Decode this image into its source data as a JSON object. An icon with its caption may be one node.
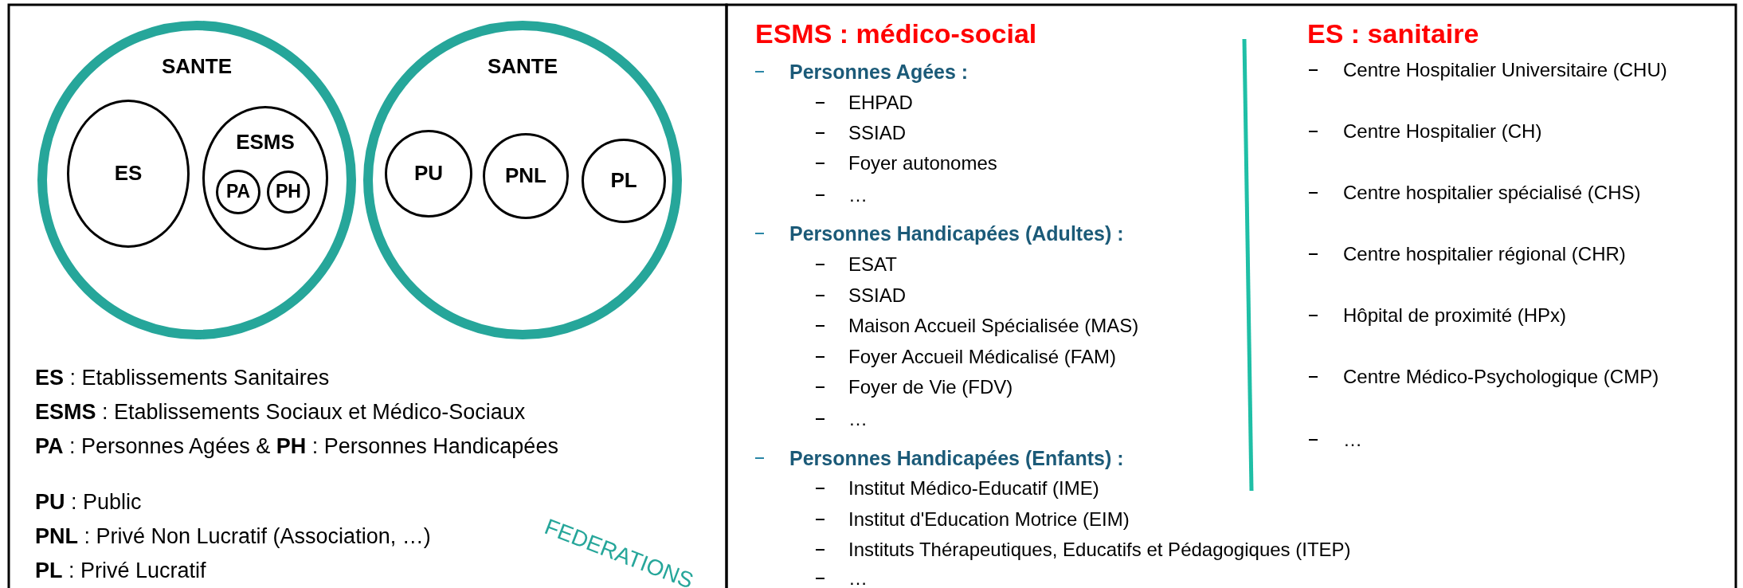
{
  "diagram": {
    "nodes": [
      {
        "text": [
          "SANTE"
        ]
      },
      {
        "text": [
          "ES"
        ],
        "in": 0
      },
      {
        "text": [
          "ESMS"
        ],
        "in": 0
      },
      {
        "text": [
          "PA"
        ],
        "in": 2
      },
      {
        "text": [
          "PH"
        ],
        "in": 2
      },
      {
        "text": [
          "SANTE"
        ]
      },
      {
        "text": [
          "PU"
        ],
        "in": 5
      },
      {
        "text": [
          "PNL"
        ],
        "in": 5
      },
      {
        "text": [
          "PL"
        ],
        "in": 5
      }
    ],
    "labels": [
      "**ES** : Etablissements Sanitaires",
      "**ESMS** : Etablissements Sociaux et Médico-Sociaux",
      "**PA** : Personnes Agées & **PH** : Personnes Handicapées",
      "**PU** : Public",
      "**PNL** : Privé Non Lucratif (Association, …)",
      "**PL** : Privé Lucratif",
      "FEDERATIONS",
      "ESMS : médico-social",
      "Personnes Agées :",
      "EHPAD",
      "SSIAD",
      "Foyer autonomes",
      "…",
      "Personnes Handicapées (Adultes) :",
      "ESAT",
      "SSIAD",
      "Maison Accueil Spécialisée (MAS)",
      "Foyer Accueil Médicalisé (FAM)",
      "Foyer de Vie (FDV)",
      "…",
      "Personnes Handicapées (Enfants) :",
      "Institut Médico-Educatif (IME)",
      "Institut d'Education Motrice (EIM)",
      "Instituts Thérapeutiques, Educatifs et Pédagogiques (ITEP)",
      "…",
      "ES : sanitaire",
      "Centre Hospitalier Universitaire (CHU)",
      "Centre Hospitalier (CH)",
      "Centre hospitalier spécialisé (CHS)",
      "Centre hospitalier régional (CHR)",
      "Hôpital de proximité (HPx)",
      "Centre Médico-Psychologique (CMP)",
      "…"
    ]
  }
}
